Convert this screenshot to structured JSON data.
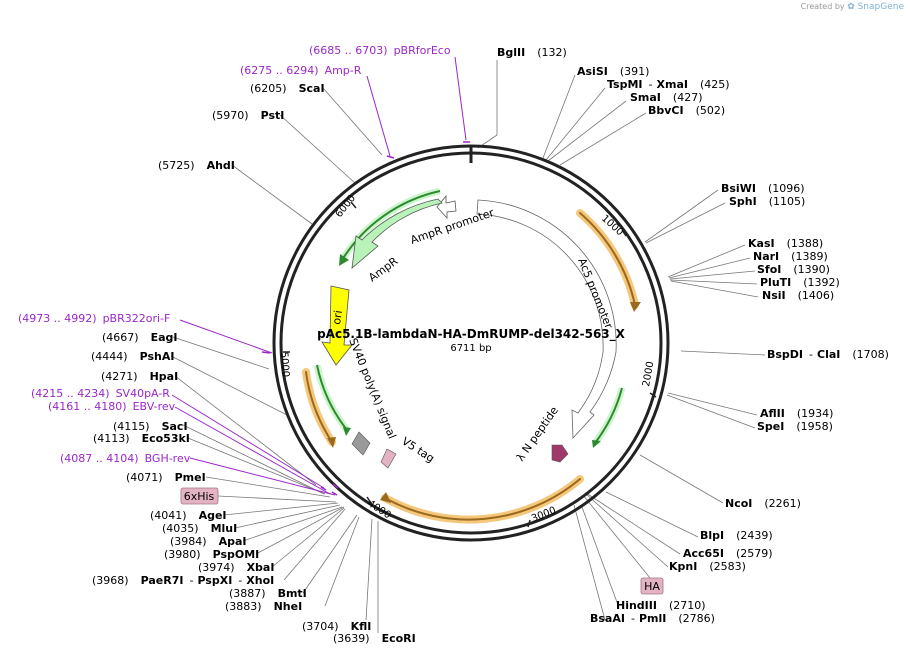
{
  "watermark": {
    "prefix": "Created by",
    "brand": "SnapGene"
  },
  "plasmid": {
    "name": "pAc5.1B-lambdaN-HA-DmRUMP-del342-563_X",
    "size": "6711 bp"
  },
  "ticks": [
    "1000",
    "2000",
    "3000",
    "4000",
    "5000",
    "6000"
  ],
  "features": {
    "ampr_promoter": "AmpR promoter",
    "ampr": "AmpR",
    "ori": "ori",
    "ac5_promoter": "Ac5 promoter",
    "sv40": "SV40 poly(A) signal",
    "v5": "V5 tag",
    "lambda": "λ N peptide"
  },
  "boxes": {
    "hisTag": "6xHis",
    "ha": "HA"
  },
  "sites": {
    "BglII": {
      "name": "BglII",
      "pos": "(132)"
    },
    "AsiSI": {
      "name": "AsiSI",
      "pos": "(391)"
    },
    "TspMI": {
      "name": "TspMI",
      "name2": "XmaI",
      "sep": "-",
      "pos": "(425)"
    },
    "SmaI": {
      "name": "SmaI",
      "pos": "(427)"
    },
    "BbvCI": {
      "name": "BbvCI",
      "pos": "(502)"
    },
    "BsiWI": {
      "name": "BsiWI",
      "pos": "(1096)"
    },
    "SphI": {
      "name": "SphI",
      "pos": "(1105)"
    },
    "KasI": {
      "name": "KasI",
      "pos": "(1388)"
    },
    "NarI": {
      "name": "NarI",
      "pos": "(1389)"
    },
    "SfoI": {
      "name": "SfoI",
      "pos": "(1390)"
    },
    "PluTI": {
      "name": "PluTI",
      "pos": "(1392)"
    },
    "NsiI": {
      "name": "NsiI",
      "pos": "(1406)"
    },
    "BspDI": {
      "name": "BspDI",
      "name2": "ClaI",
      "sep": "-",
      "pos": "(1708)"
    },
    "AflII": {
      "name": "AflII",
      "pos": "(1934)"
    },
    "SpeI": {
      "name": "SpeI",
      "pos": "(1958)"
    },
    "NcoI": {
      "name": "NcoI",
      "pos": "(2261)"
    },
    "BlpI": {
      "name": "BlpI",
      "pos": "(2439)"
    },
    "Acc65I": {
      "name": "Acc65I",
      "pos": "(2579)"
    },
    "KpnI": {
      "name": "KpnI",
      "pos": "(2583)"
    },
    "HindIII": {
      "name": "HindIII",
      "pos": "(2710)"
    },
    "BsaAI": {
      "name": "BsaAI",
      "name2": "PmlI",
      "sep": "-",
      "pos": "(2786)"
    },
    "EcoRI": {
      "name": "EcoRI",
      "pos": "(3639)"
    },
    "KflI": {
      "name": "KflI",
      "pos": "(3704)"
    },
    "NheI": {
      "name": "NheI",
      "pos": "(3883)"
    },
    "BmtI": {
      "name": "BmtI",
      "pos": "(3887)"
    },
    "PaeR7I": {
      "name": "PaeR7I",
      "name2": "PspXI",
      "name3": "XhoI",
      "sep": "-",
      "pos": "(3968)"
    },
    "XbaI": {
      "name": "XbaI",
      "pos": "(3974)"
    },
    "PspOMI": {
      "name": "PspOMI",
      "pos": "(3980)"
    },
    "ApaI": {
      "name": "ApaI",
      "pos": "(3984)"
    },
    "MluI": {
      "name": "MluI",
      "pos": "(4035)"
    },
    "AgeI": {
      "name": "AgeI",
      "pos": "(4041)"
    },
    "PmeI": {
      "name": "PmeI",
      "pos": "(4071)"
    },
    "Eco53kI": {
      "name": "Eco53kI",
      "pos": "(4113)"
    },
    "SacI": {
      "name": "SacI",
      "pos": "(4115)"
    },
    "HpaI": {
      "name": "HpaI",
      "pos": "(4271)"
    },
    "PshAI": {
      "name": "PshAI",
      "pos": "(4444)"
    },
    "EagI": {
      "name": "EagI",
      "pos": "(4667)"
    },
    "AhdI": {
      "name": "AhdI",
      "pos": "(5725)"
    },
    "PstI": {
      "name": "PstI",
      "pos": "(5970)"
    },
    "ScaI": {
      "name": "ScaI",
      "pos": "(6205)"
    }
  },
  "primers": {
    "pBRforEco": {
      "range": "(6685 .. 6703)",
      "name": "pBRforEco"
    },
    "AmpR": {
      "range": "(6275 .. 6294)",
      "name": "Amp-R"
    },
    "pBR322ori": {
      "range": "(4973 .. 4992)",
      "name": "pBR322ori-F"
    },
    "SV40pA": {
      "range": "(4215 .. 4234)",
      "name": "SV40pA-R"
    },
    "EBV": {
      "range": "(4161 .. 4180)",
      "name": "EBV-rev"
    },
    "BGH": {
      "range": "(4087 .. 4104)",
      "name": "BGH-rev"
    }
  },
  "colors": {
    "ring": "#222222",
    "primer": "#9b27c9",
    "orf": "#f0a030",
    "promoter": "#ffffff",
    "ampr": "#b9f3b9",
    "ori": "#ffff00",
    "tagBox": "#e3b3c3",
    "leader": "#777777"
  }
}
